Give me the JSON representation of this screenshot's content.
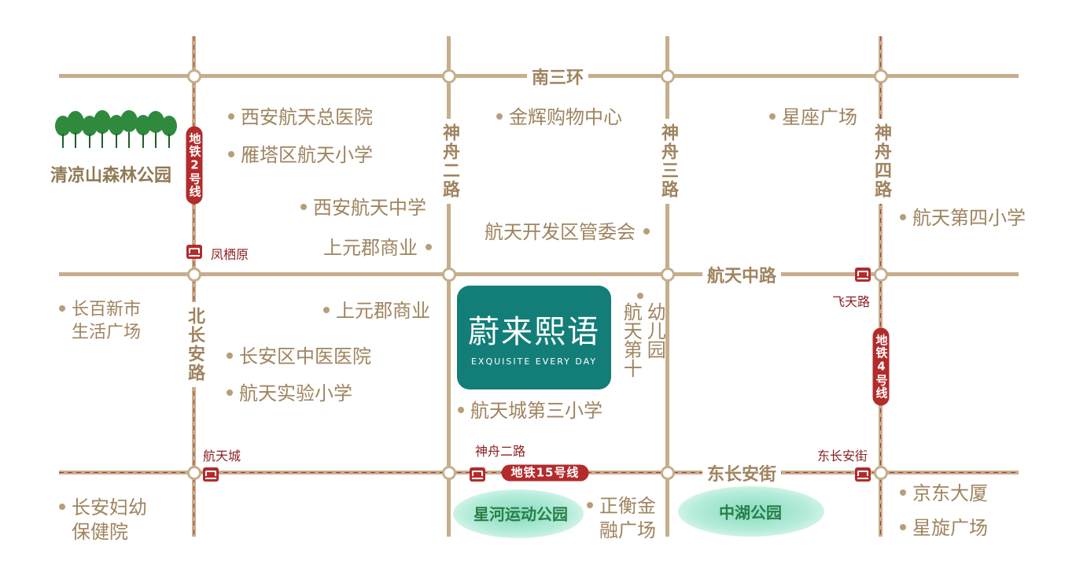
{
  "map": {
    "roads": {
      "nan_san_huan": "南三环",
      "shenzhou_er_lu": "神舟二路",
      "shenzhou_san_lu": "神舟三路",
      "shenzhou_si_lu": "神舟四路",
      "hangtian_zhong_lu": "航天中路",
      "bei_changan_lu": "北长安路",
      "dong_changan_jie": "东长安街"
    },
    "metro_lines": {
      "line2": "地铁2号线",
      "line4": "地铁4号线",
      "line15": "地铁15号线"
    },
    "stations": {
      "fengqiyuan": "凤栖原",
      "feitianlu": "飞天路",
      "hangtiancheng": "航天城",
      "shenzhou_er_lu": "神舟二路",
      "dong_changan_jie": "东长安街"
    },
    "project": {
      "name": "蔚来熙语",
      "tagline": "EXQUISITE EVERY DAY"
    },
    "parks": {
      "qingliangshan": "清凉山森林公园",
      "xinghe": "星河运动公园",
      "zhonghu": "中湖公园"
    },
    "pois": {
      "xian_hangtian_hospital": "西安航天总医院",
      "yanta_hangtian_school": "雁塔区航天小学",
      "xian_hangtian_middle": "西安航天中学",
      "shangyuanjun_1": "上元郡商业",
      "jinhui_mall": "金辉购物中心",
      "hangtian_admin": "航天开发区管委会",
      "xingzuo_plaza": "星座广场",
      "hangtian_4th_school": "航天第四小学",
      "changbai_line1": "长百新市",
      "changbai_line2": "生活广场",
      "shangyuanjun_2": "上元郡商业",
      "changan_tcm_hospital": "长安区中医医院",
      "hangtian_exp_school": "航天实验小学",
      "hangtian_3rd_school": "航天城第三小学",
      "kindergarten_col1": "航天第十",
      "kindergarten_col2": "幼儿园",
      "maternal_line1": "长安妇幼",
      "maternal_line2": "保健院",
      "zhengheng_line1": "正衡金",
      "zhengheng_line2": "融广场",
      "jd_building": "京东大厦",
      "xingxuan_plaza": "星旋广场"
    }
  },
  "colors": {
    "road": "#c6ae8c",
    "metro": "#b32b2b",
    "project": "#137e78",
    "park": "#86dcc0",
    "poi_text": "#9f845f"
  }
}
